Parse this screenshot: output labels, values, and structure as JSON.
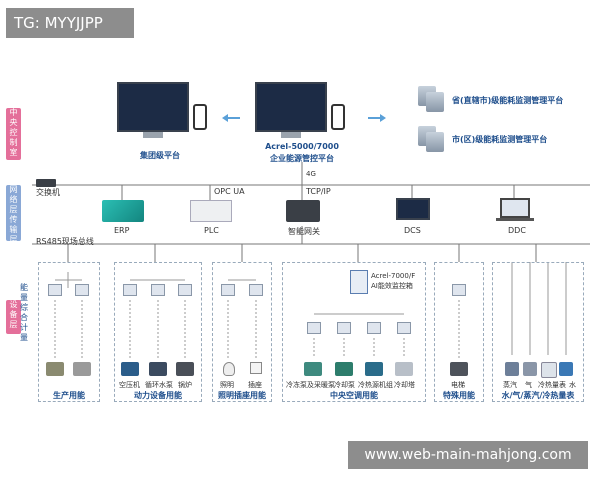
{
  "corner_tag": "TG: MYYJJPP",
  "watermark": "www.web-main-mahjong.com",
  "side_labels": {
    "top": "中央控制室",
    "mid": "网络层传输层",
    "bot": "设备层"
  },
  "left_vertical_label": "能量综合计量",
  "top": {
    "group_platform": "集团级平台",
    "acrel_line1": "Acrel-5000/7000",
    "acrel_line2": "企业能源管控平台",
    "prov_platform": "省(直辖市)级能耗监测管理平台",
    "city_platform": "市(区)级能耗监测管理平台",
    "link_4g": "4G",
    "tcpip": "TCP/IP",
    "opcua": "OPC UA",
    "switch": "交换机",
    "rs485": "RS485现场总线"
  },
  "network_nodes": [
    "ERP",
    "PLC",
    "智能网关",
    "DCS",
    "DDC"
  ],
  "acrel_box_line1": "Acrel-7000/F",
  "acrel_box_line2": "AI能效监控箱",
  "groups": [
    {
      "name": "生产用能",
      "items": []
    },
    {
      "name": "动力设备用能",
      "items": [
        "空压机",
        "循环水泵",
        "锅炉"
      ]
    },
    {
      "name": "照明插座用能",
      "items": [
        "照明",
        "插座"
      ]
    },
    {
      "name": "中央空调用能",
      "items": [
        "冷冻泵及采暖泵",
        "冷却泵",
        "冷热源机组",
        "冷却塔"
      ]
    },
    {
      "name": "特殊用能",
      "items": [
        "电梯"
      ]
    },
    {
      "name": "水/气/蒸汽/冷热量表",
      "items": [
        "蒸汽",
        "气",
        "冷热量表",
        "水"
      ]
    }
  ],
  "colors": {
    "side_top": "#e46f9a",
    "side_mid": "#8aa8d6",
    "side_bot": "#e46f9a",
    "accent": "#1e4e8c"
  }
}
